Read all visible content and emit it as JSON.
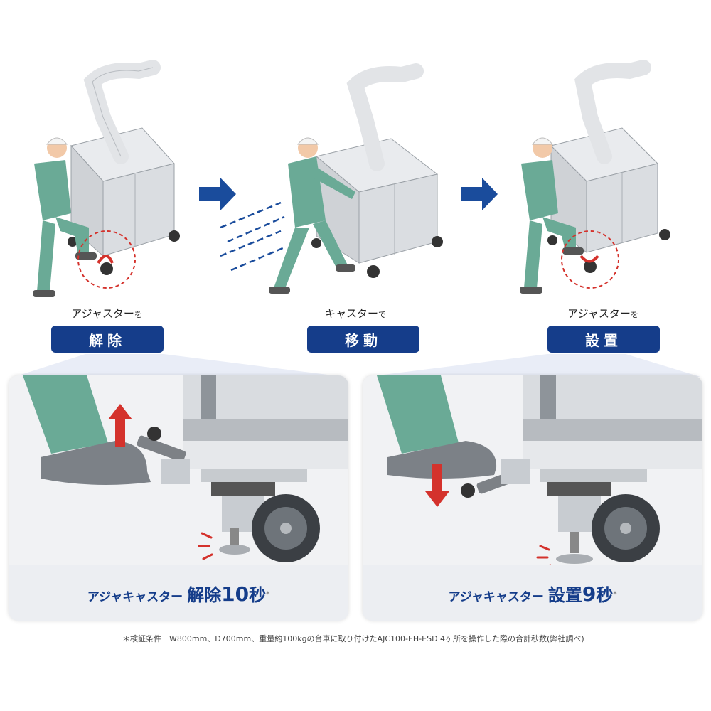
{
  "colors": {
    "navy": "#153d8a",
    "arrow_blue": "#1a4c9c",
    "worker_green": "#6aaa96",
    "steel": "#c9ccd0",
    "red": "#d4322c",
    "footer_bg": "#eceef2",
    "panel_bg": "#f1f2f4"
  },
  "steps": [
    {
      "caption_main": "アジャスター",
      "caption_particle": "を",
      "badge": "解除",
      "icon": "foot-press-icon"
    },
    {
      "caption_main": "キャスター",
      "caption_particle": "で",
      "badge": "移動",
      "icon": "push-cart-icon"
    },
    {
      "caption_main": "アジャスター",
      "caption_particle": "を",
      "badge": "設置",
      "icon": "foot-press-icon"
    }
  ],
  "panels": [
    {
      "label_prefix": "アジャキャスター",
      "label_action": "解除",
      "label_number": "10",
      "label_unit": "秒",
      "mark": "*",
      "arrow_direction": "up"
    },
    {
      "label_prefix": "アジャキャスター",
      "label_action": "設置",
      "label_number": "9",
      "label_unit": "秒",
      "mark": "*",
      "arrow_direction": "down"
    }
  ],
  "footnote": "＊検証条件　W800mm、D700mm、重量約100kgの台車に取り付けたAJC100-EH-ESD 4ヶ所を操作した際の合計秒数(弊社調べ)"
}
